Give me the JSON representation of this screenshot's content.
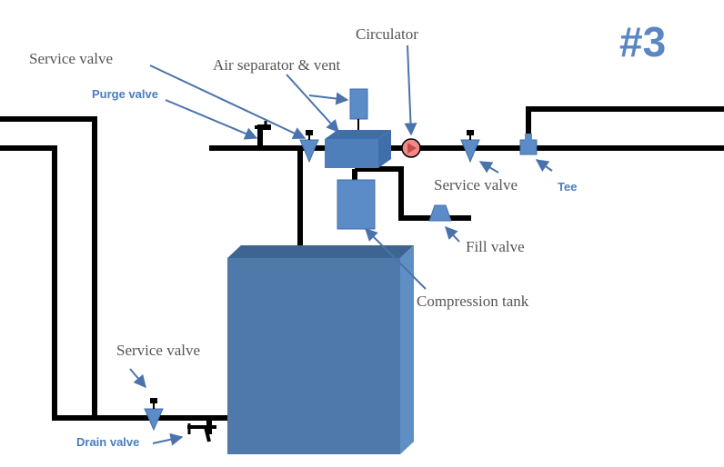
{
  "diagram_number": "#3",
  "labels": {
    "service_valve_top": "Service valve",
    "purge_valve": "Purge valve",
    "air_separator_vent": "Air separator & vent",
    "circulator": "Circulator",
    "service_valve_right": "Service valve",
    "tee": "Tee",
    "fill_valve": "Fill valve",
    "compression_tank": "Compression tank",
    "service_valve_bottom": "Service valve",
    "drain_valve": "Drain valve"
  },
  "colors": {
    "component_fill": "#5b8cc8",
    "component_dark": "#3f6ea8",
    "boiler_front": "#4f79a8",
    "boiler_top": "#3e6591",
    "circulator_fill": "#f08a8a",
    "pipe": "#000000",
    "callout_arrow": "#4a73ad"
  }
}
